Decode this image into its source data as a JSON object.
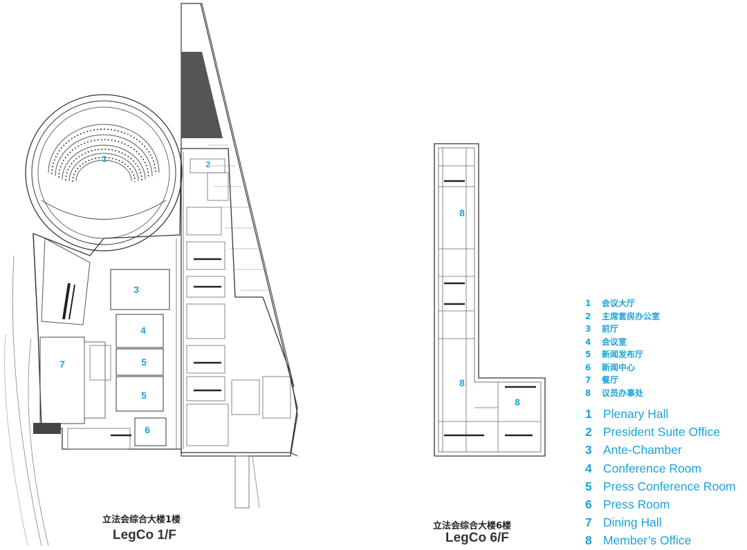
{
  "plan_1f": {
    "caption_cn": "立法会综合大楼1楼",
    "caption_en": "LegCo 1/F",
    "markers": [
      "1",
      "2",
      "3",
      "4",
      "5",
      "5",
      "7",
      "6"
    ]
  },
  "plan_6f": {
    "caption_cn": "立法会综合大楼6楼",
    "caption_en": "LegCo 6/F",
    "markers": [
      "8",
      "8",
      "8"
    ]
  },
  "legend": {
    "color": "#1aa3d9",
    "cn": [
      {
        "num": "1",
        "label": "会议大厅"
      },
      {
        "num": "2",
        "label": "主席套房办公室"
      },
      {
        "num": "3",
        "label": "前厅"
      },
      {
        "num": "4",
        "label": "会议室"
      },
      {
        "num": "5",
        "label": "新闻发布厅"
      },
      {
        "num": "6",
        "label": "新闻中心"
      },
      {
        "num": "7",
        "label": "餐厅"
      },
      {
        "num": "8",
        "label": "议员办事处"
      }
    ],
    "en": [
      {
        "num": "1",
        "label": "Plenary Hall"
      },
      {
        "num": "2",
        "label": "President Suite Office"
      },
      {
        "num": "3",
        "label": "Ante-Chamber"
      },
      {
        "num": "4",
        "label": "Conference Room"
      },
      {
        "num": "5",
        "label": "Press Conference Room"
      },
      {
        "num": "6",
        "label": "Press Room"
      },
      {
        "num": "7",
        "label": "Dining Hall"
      },
      {
        "num": "8",
        "label": "Member’s Office"
      }
    ]
  }
}
